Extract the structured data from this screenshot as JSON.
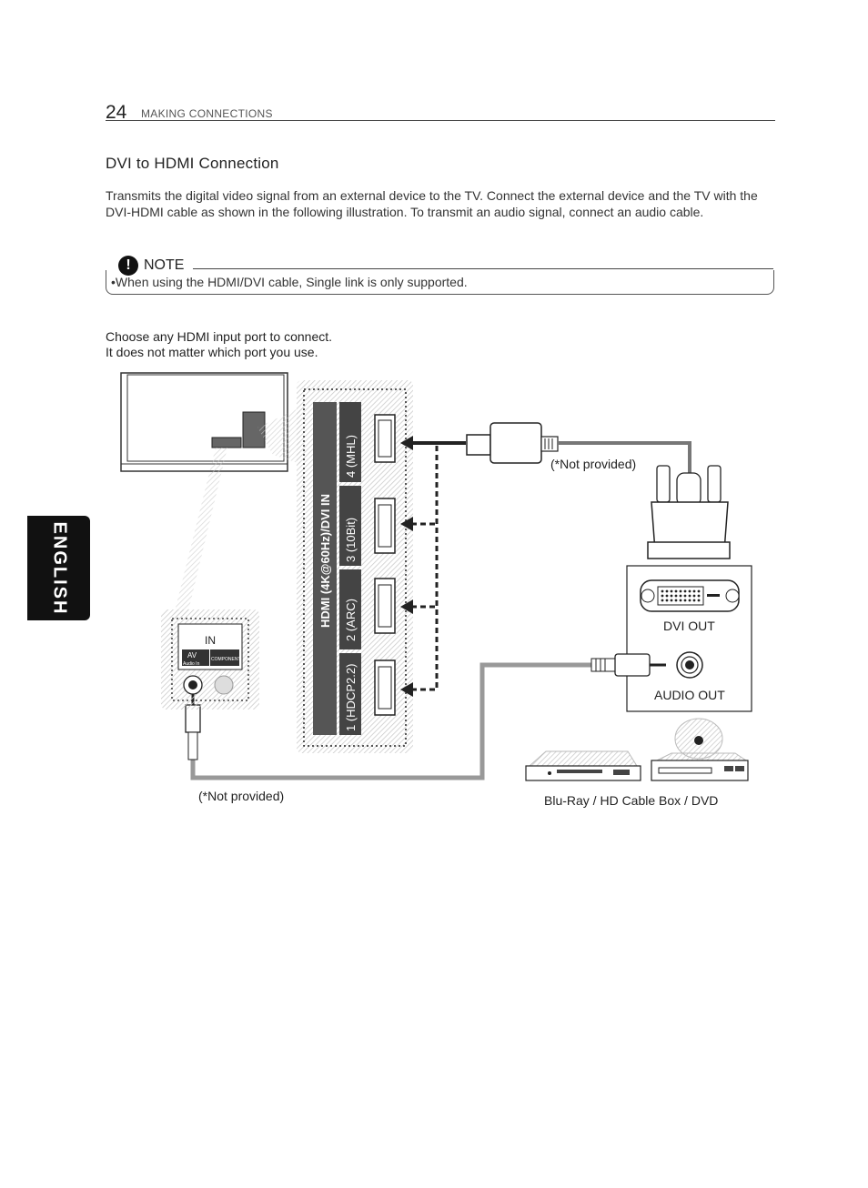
{
  "header": {
    "page_number": "24",
    "section": "MAKING CONNECTIONS"
  },
  "title": "DVI to HDMI Connection",
  "description": "Transmits the digital video signal from an external device to the TV. Connect the external device and the TV with the DVI-HDMI cable as shown in the following illustration. To transmit an audio signal, connect an audio cable.",
  "note": {
    "icon": "exclamation-icon",
    "label": "NOTE",
    "text": "•When using the HDMI/DVI cable, Single link is only supported."
  },
  "port_hint": {
    "line1": "Choose any HDMI input port to connect.",
    "line2": "It does not matter which port you use."
  },
  "diagram": {
    "hdmi_panel_title": "HDMI (4K@60Hz)/DVI IN",
    "hdmi_ports": [
      "4 (MHL)",
      "3 (10Bit)",
      "2 (ARC)",
      "1 (HDCP2.2)"
    ],
    "av_panel": {
      "label": "IN",
      "av_label": "AV",
      "component_label": "COMPONENT",
      "audio_in_label": "Audio In"
    },
    "not_provided_top": "(*Not provided)",
    "not_provided_bottom": "(*Not provided)",
    "dvi_out": "DVI OUT",
    "audio_out": "AUDIO OUT",
    "devices_caption": "Blu-Ray / HD Cable Box / DVD"
  },
  "side_tab": "ENGLISH",
  "colors": {
    "text": "#222222",
    "panel_dark": "#4a4a4a",
    "tab_bg": "#111111"
  }
}
